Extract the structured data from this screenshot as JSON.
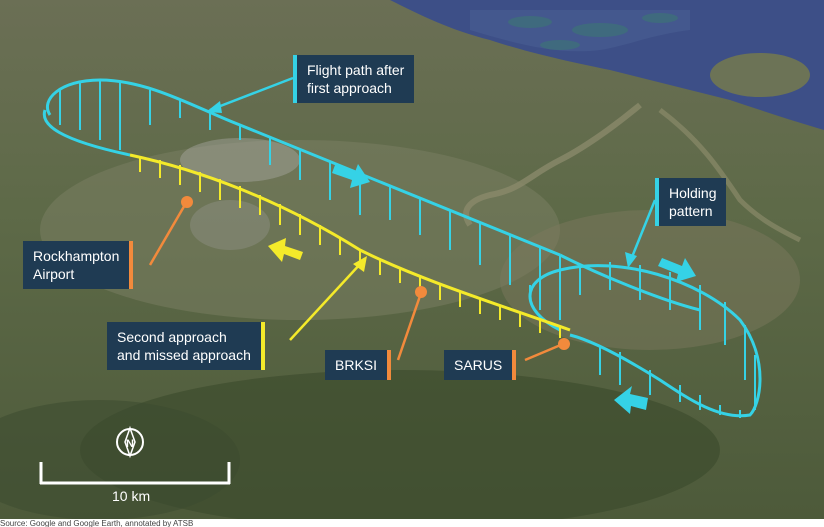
{
  "labels": {
    "flight_path_after": "Flight path after\nfirst approach",
    "holding_pattern": "Holding\npattern",
    "rockhampton_airport": "Rockhampton\nAirport",
    "second_approach": "Second approach\nand missed approach",
    "brksi": "BRKSI",
    "sarus": "SARUS"
  },
  "scale_bar": {
    "label": "10 km"
  },
  "compass": {
    "letter": "N"
  },
  "source": "Source: Google and Google Earth, annotated by ATSB",
  "colors": {
    "cyan_track": "#35d2e6",
    "yellow_track": "#f4ea2a",
    "orange_marker": "#f28a3c",
    "callout_bg": "#1f3b53"
  },
  "icons": [
    "north-compass-icon",
    "direction-arrow-icon"
  ]
}
